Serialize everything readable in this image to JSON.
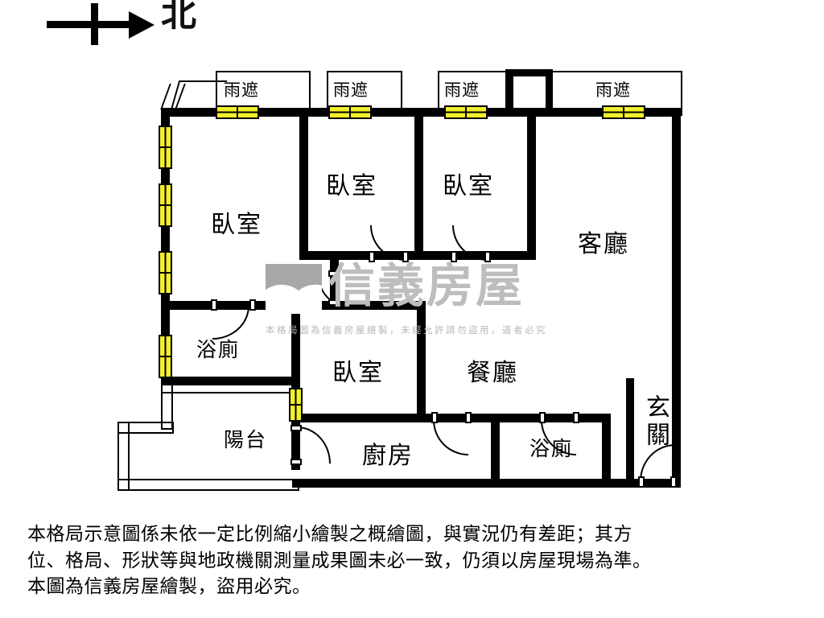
{
  "compass": {
    "label": "北",
    "icon": "north-arrow-icon"
  },
  "watermark": {
    "brand": "信義房屋",
    "notice": "本格局圖為信義房屋繪製，未經允許請勿盜用，違者必究",
    "logo_icon": "sinyi-logo-icon"
  },
  "canopies": [
    {
      "label": "雨遮"
    },
    {
      "label": "雨遮"
    },
    {
      "label": "雨遮"
    },
    {
      "label": "雨遮"
    }
  ],
  "rooms": [
    {
      "id": "bedroom-west",
      "label": "臥室"
    },
    {
      "id": "bedroom-north1",
      "label": "臥室"
    },
    {
      "id": "bedroom-north2",
      "label": "臥室"
    },
    {
      "id": "bedroom-center",
      "label": "臥室"
    },
    {
      "id": "living-room",
      "label": "客廳"
    },
    {
      "id": "dining-room",
      "label": "餐廳"
    },
    {
      "id": "bathroom-west",
      "label": "浴廁"
    },
    {
      "id": "bathroom-east",
      "label": "浴廁"
    },
    {
      "id": "kitchen",
      "label": "廚房"
    },
    {
      "id": "balcony",
      "label": "陽台"
    },
    {
      "id": "foyer",
      "label": "玄關"
    }
  ],
  "disclaimer": {
    "line1": "本格局示意圖係未依一定比例縮小繪製之概繪圖，與實況仍有差距；其方",
    "line2": "位、格局、形狀等與地政機關測量成果圖未必一致，仍須以房屋現場為準。",
    "line3": "本圖為信義房屋繪製，盜用必究。"
  },
  "colors": {
    "wall": "#000000",
    "window": "#f2f02a",
    "watermark": "#bdbdbd",
    "background": "#ffffff"
  }
}
